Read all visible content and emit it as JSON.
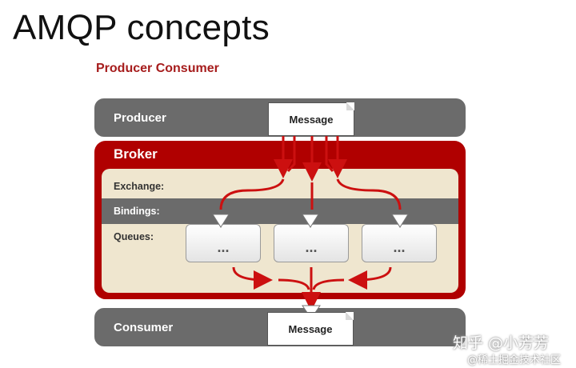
{
  "title": "AMQP concepts",
  "subtitle": "Producer Consumer",
  "producer": {
    "label": "Producer",
    "message": "Message"
  },
  "broker": {
    "label": "Broker",
    "exchange_label": "Exchange:",
    "bindings_label": "Bindings:",
    "queues_label": "Queues:",
    "queues": [
      "...",
      "...",
      "..."
    ]
  },
  "consumer": {
    "label": "Consumer",
    "message": "Message"
  },
  "watermark": {
    "line1": "知乎 @小芳芳",
    "line2": "@稀土掘金技术社区"
  },
  "colors": {
    "broker_red": "#b00000",
    "arrow_red": "#cc1010",
    "bar_gray": "#6b6b6b",
    "inner_beige": "#efe6cf",
    "subtitle_red": "#a61c1c"
  }
}
